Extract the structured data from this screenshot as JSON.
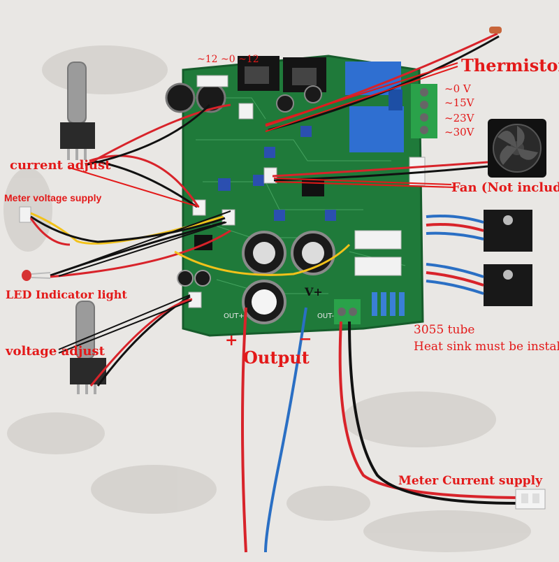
{
  "labels": {
    "thermistor": "Thermistor",
    "current_adjust": "current adjust",
    "meter_voltage_supply": "Meter voltage supply",
    "led_indicator": "LED Indicator light",
    "voltage_adjust": "voltage adjust",
    "fan": "Fan (Not include)",
    "tube": "3055 tube",
    "heatsink": "Heat sink must be installed",
    "output": "Output",
    "plus": "+",
    "minus": "−",
    "meter_current_supply": "Meter Current supply",
    "input_header": "~12 ~0 ~12",
    "tap_0v": "~0 V",
    "tap_15v": "~15V",
    "tap_23v": "~23V",
    "tap_30v": "~30V",
    "vplus": "V+",
    "out_plus": "OUT+",
    "out_minus": "OUT-"
  },
  "colors": {
    "pcb": "#1f7a3a",
    "label_red": "#e31919",
    "wire_red": "#d8232a",
    "wire_blue": "#2a6fc4",
    "wire_black": "#111111",
    "wire_yellow": "#f2c21a",
    "relay_blue": "#2f6fd1",
    "terminal_green": "#2aa24a",
    "heatsink": "#141414"
  },
  "icons": [
    "potentiometer-icon",
    "led-icon",
    "fan-icon",
    "transistor-icon",
    "relay-icon",
    "capacitor-icon",
    "connector-icon"
  ]
}
